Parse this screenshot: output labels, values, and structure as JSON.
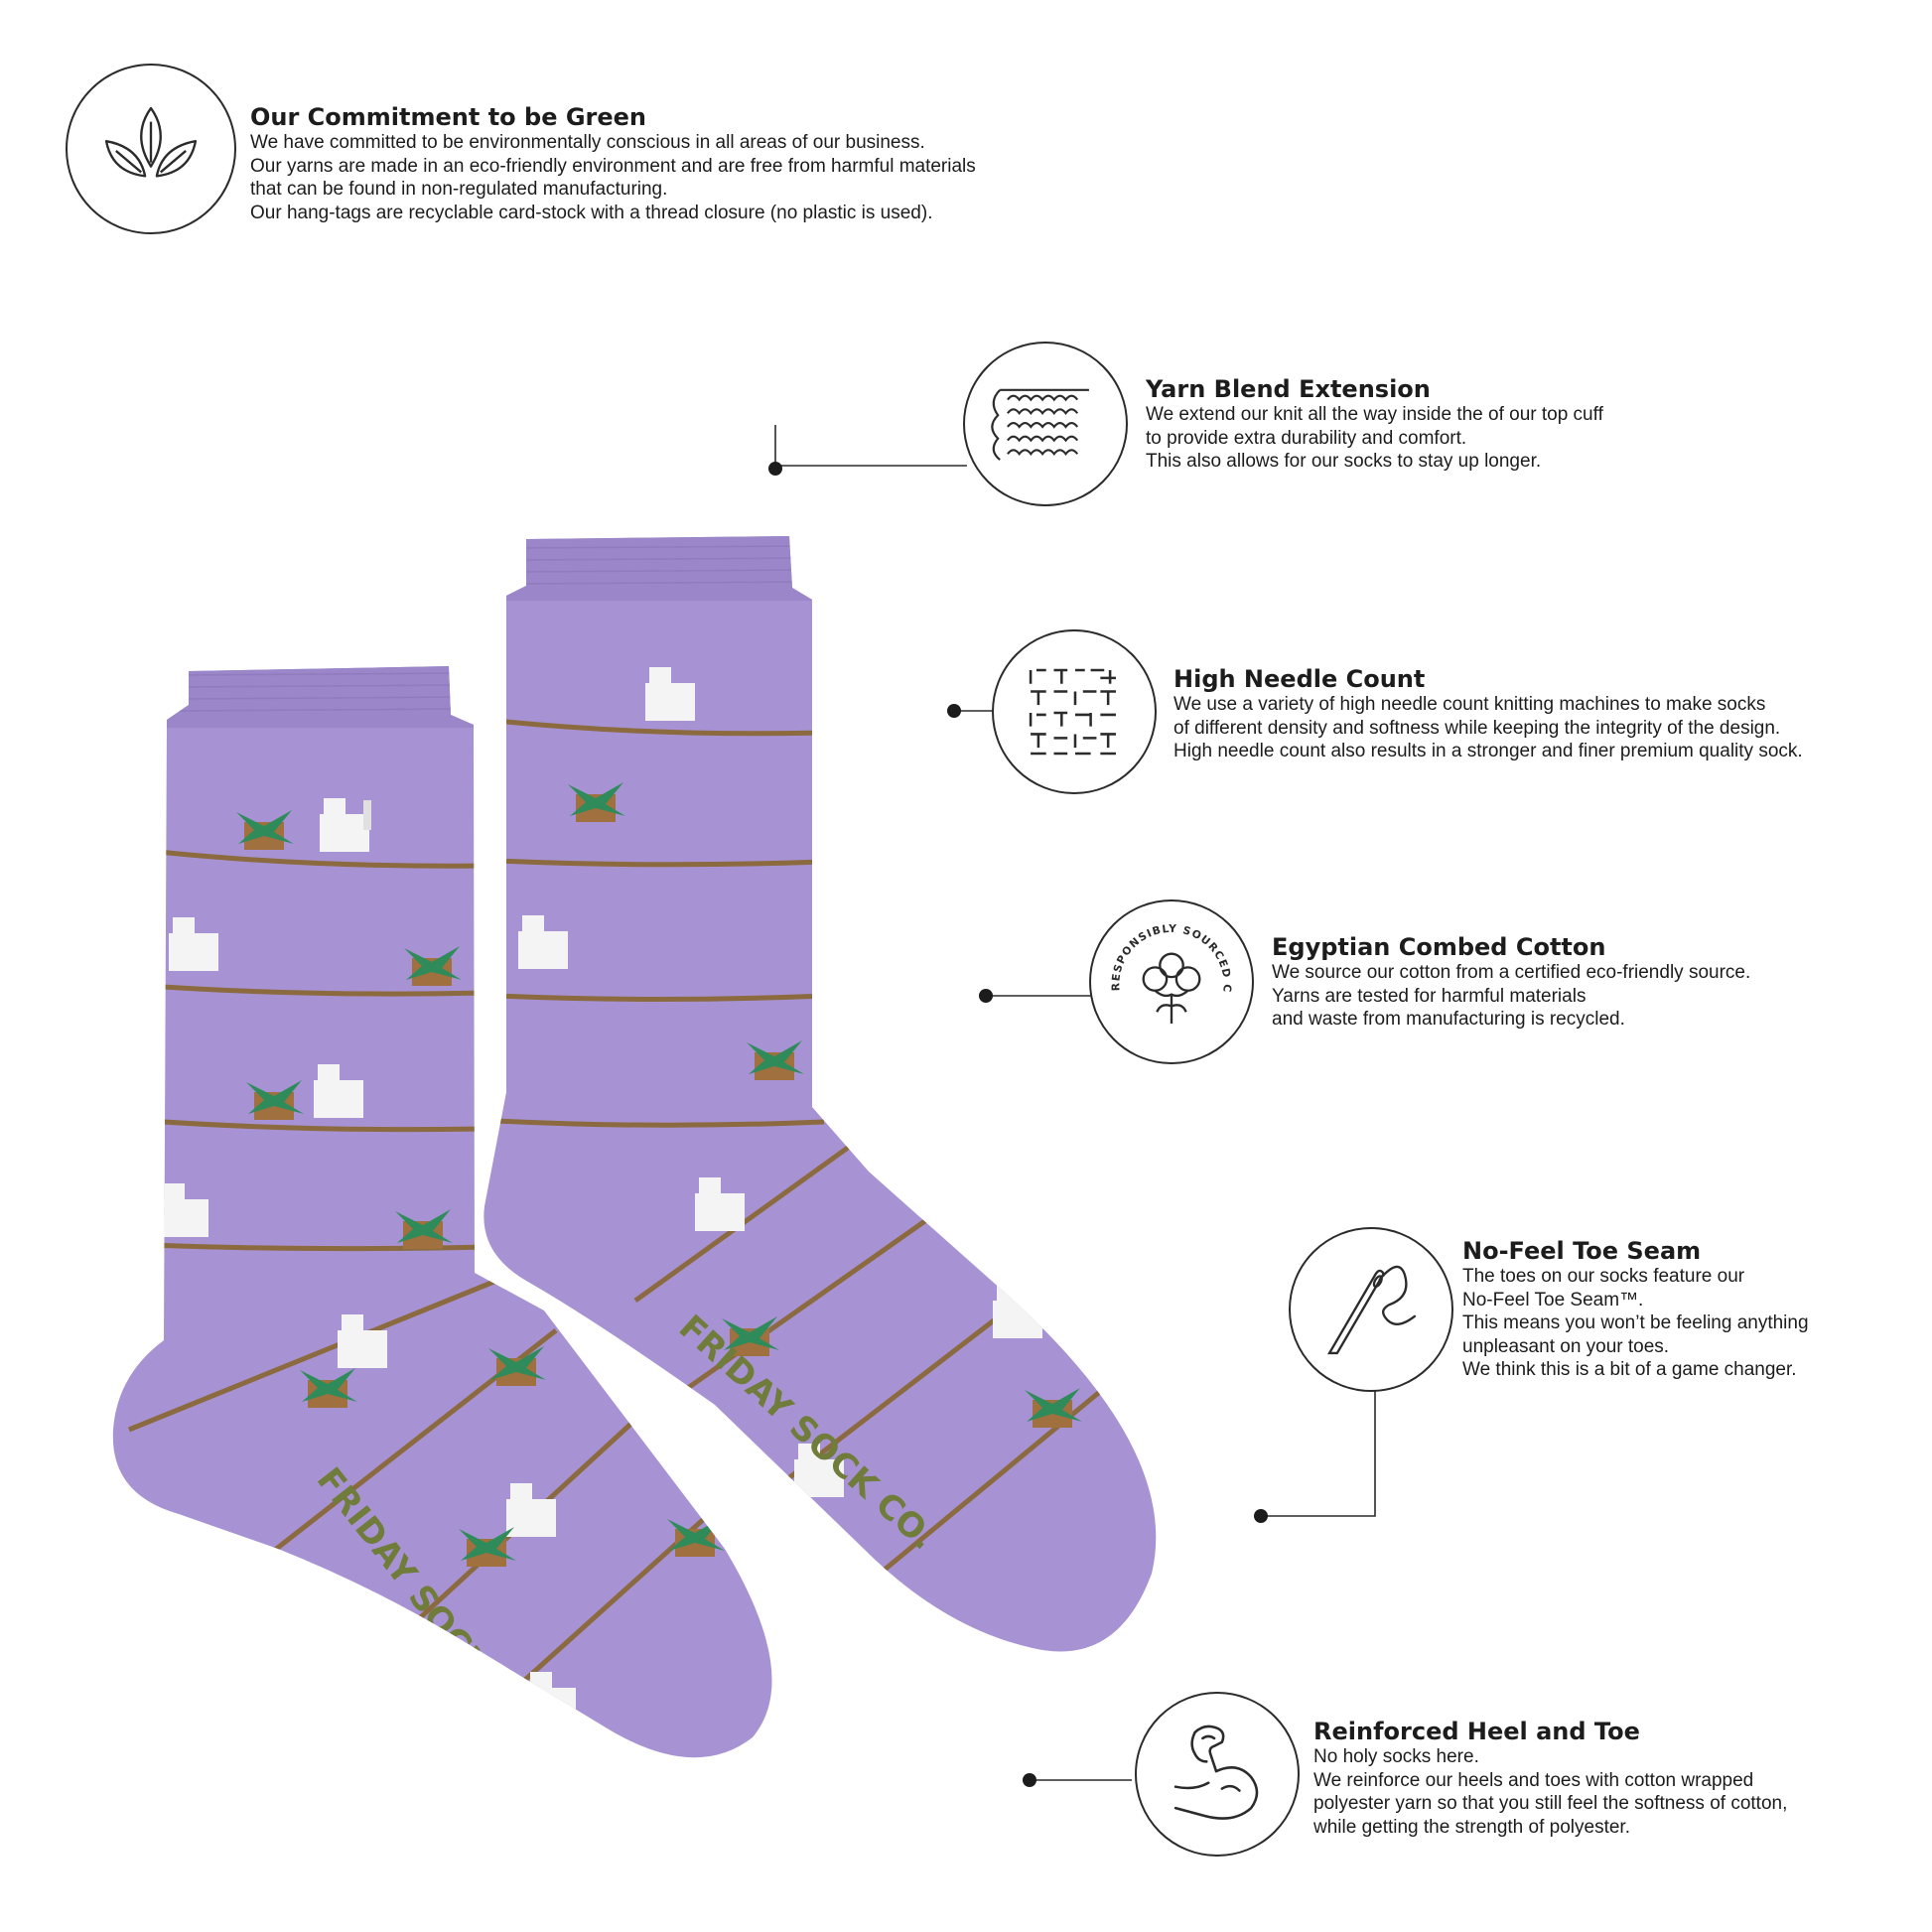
{
  "features": [
    {
      "id": "green",
      "icon": "leaves-icon",
      "title": "Our Commitment to be Green",
      "lines": [
        "We have committed to be environmentally conscious in all areas of our business.",
        "Our yarns are made in an eco-friendly environment and are free from harmful materials",
        "that can be found in non-regulated manufacturing.",
        "Our hang-tags are recyclable card-stock with a thread closure (no plastic is used)."
      ]
    },
    {
      "id": "yarn",
      "icon": "knit-stitch-icon",
      "title": "Yarn Blend Extension",
      "lines": [
        "We extend our knit all the way inside the of our top cuff",
        "to provide extra durability and comfort.",
        "This also allows for our socks to stay up longer."
      ]
    },
    {
      "id": "needle",
      "icon": "needle-pattern-icon",
      "title": "High Needle Count",
      "lines": [
        "We use a variety of high needle count knitting machines to make socks",
        "of different density and softness while keeping the integrity of the design.",
        "High needle count also results in a stronger and finer premium quality sock."
      ]
    },
    {
      "id": "cotton",
      "icon": "cotton-flower-icon",
      "badge_text": "RESPONSIBLY SOURCED COTTON",
      "title": "Egyptian Combed Cotton",
      "lines": [
        "We source our cotton from a certified eco-friendly source.",
        "Yarns are tested for harmful materials",
        "and waste from manufacturing is recycled."
      ]
    },
    {
      "id": "toe",
      "icon": "needle-thread-icon",
      "title": "No-Feel Toe Seam",
      "lines": [
        "The toes on our socks feature our",
        "No-Feel Toe Seam™.",
        "This means you won’t be feeling anything",
        "unpleasant on your toes.",
        "We think this is a bit of a game changer."
      ]
    },
    {
      "id": "heel",
      "icon": "flexed-arm-icon",
      "title": "Reinforced Heel and Toe",
      "lines": [
        "No holy socks here.",
        "We reinforce our heels and toes with cotton wrapped",
        "polyester yarn so that you still feel the softness of cotton,",
        "while getting the strength of polyester."
      ]
    }
  ],
  "product": {
    "brand_print": "FRIDAY SOCK CO.",
    "colors": {
      "sock": "#a793d3",
      "sock_shade": "#9682c6",
      "stripe": "#8a6a3e",
      "cat": "#f4f4f4",
      "plant": "#2f8b5a",
      "pot": "#a0703e",
      "brand_print": "#6f7c3a"
    }
  }
}
